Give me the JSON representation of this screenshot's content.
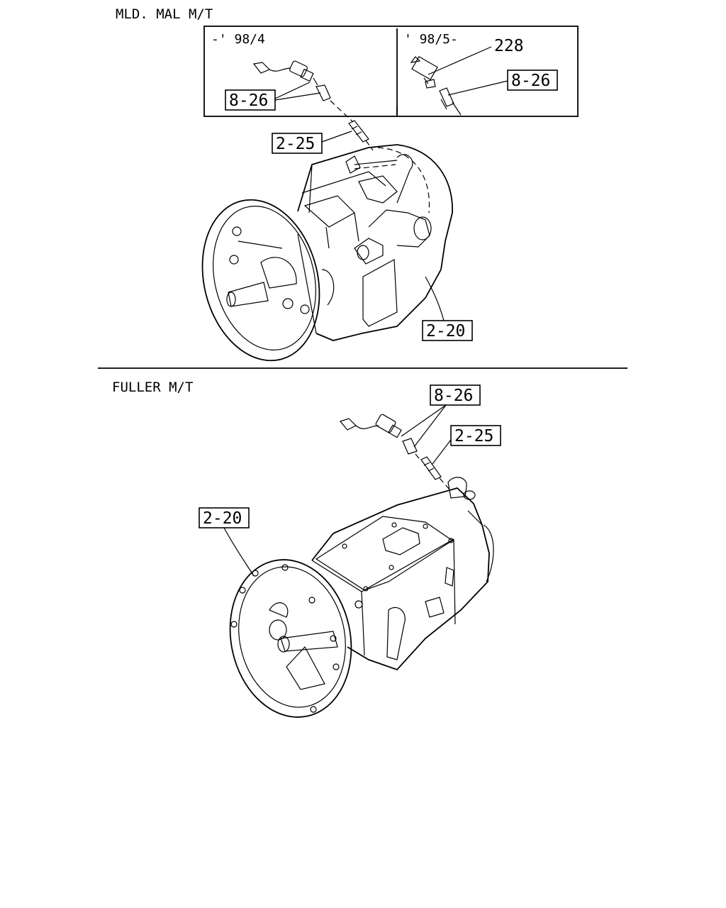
{
  "sections": {
    "mld": {
      "title": "MLD. MAL  M/T",
      "inset_left_label": "-' 98/4",
      "inset_right_label": "' 98/5-",
      "callouts": {
        "inset_left_sensor": "8-26",
        "inset_right_part_number": "228",
        "inset_right_sensor": "8-26",
        "switch": "2-25",
        "transmission": "2-20"
      }
    },
    "fuller": {
      "title": "FULLER  M/T",
      "callouts": {
        "sensor": "8-26",
        "switch": "2-25",
        "transmission": "2-20"
      }
    }
  },
  "colors": {
    "line": "#000000",
    "background": "#ffffff"
  }
}
